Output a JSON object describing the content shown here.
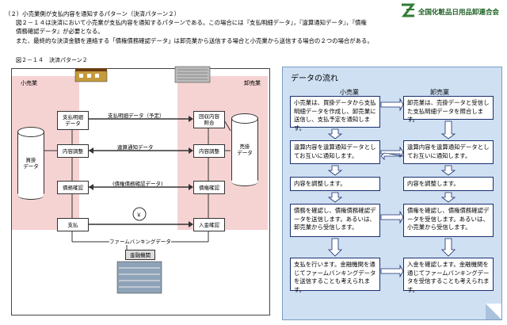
{
  "logo": {
    "text": "全国化粧品日用品卸連合会",
    "mark_color": "#2e7d32"
  },
  "intro": {
    "line1": "（２）小売業側が支払内容を通知するパターン（決済パターン２）",
    "line2": "図２－１４は決済において小売業が支払内容を通知するパターンである。この場合には『支払明細データ』，『違算通知データ』，『債権",
    "line3": "債務確認データ』が必要となる。",
    "line4": "また、最終的な決済金額を連絡する「債権債務確認データ」は卸売業から送信する場合と小売業から送信する場合の２つの場合がある。"
  },
  "figure": {
    "title": "図２－１４　決済パターン２",
    "left_actor": "小売業",
    "right_actor": "卸売業",
    "boxes": {
      "payment_detail": "支払明細\nデータ",
      "content_adjust_l": "内容調整",
      "debt_confirm_l": "債務確認",
      "payment": "支払",
      "collection_check": "回収内容\n照合",
      "content_adjust_r": "内容調整",
      "credit_confirm_r": "債権確認",
      "deposit_confirm": "入金確認",
      "bank": "金融機関"
    },
    "cylinders": {
      "purchase_data": "買掛\nデータ",
      "sales_data": "売掛\nデータ"
    },
    "arrows": {
      "payment_detail_data": "支払明細データ（予定）",
      "discrepancy_notice": "違算通知データ",
      "balance_confirm": "(債権債務確認データ)",
      "firm_banking": "ファームバンキングデータ",
      "yen": "￥"
    }
  },
  "flow": {
    "title": "データの流れ",
    "left_head": "小売業",
    "right_head": "卸売業",
    "left_steps": [
      "小売業は、買掛データから支払明細データを作成し、卸売業に送信し、支払予定を通知します。",
      "違算内容を違算通知データとしてお互いに通知します。",
      "内容を調整します。",
      "債務を確認し、債権債務確認データを送信します。あるいは、卸売業から受信します。",
      "支払を行います。金融機関を通じてファームバンキングデータを送信することも考えられます。"
    ],
    "right_steps": [
      "卸売業は、売掛データと受信した支払明細データを照合します。",
      "違算内容を違算通知データとしてお互いに通知します。",
      "内容を調整します。",
      "債権を確認し、債権債務確認データを受信します。あるいは、小売業から受信します。",
      "入金を確認します。金融機関を通じてファームバンキングデータを受信することも考えられます。"
    ]
  }
}
